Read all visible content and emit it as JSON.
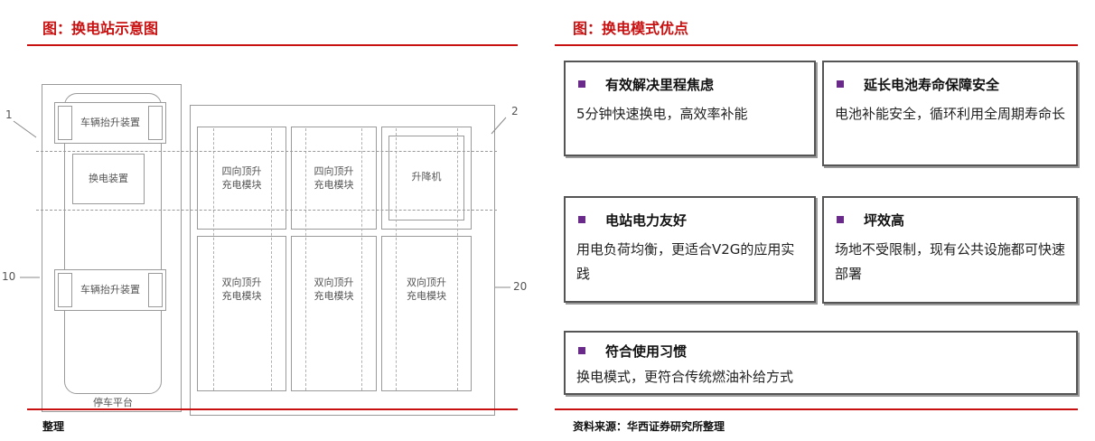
{
  "left": {
    "title": "图：换电站示意图",
    "footer": "整理",
    "labels": {
      "lift_top": "车辆抬升装置",
      "swap_device": "换电装置",
      "lift_bottom": "车辆抬升装置",
      "platform": "停车平台",
      "charge_1": "四向顶升\n充电模块",
      "charge_2": "四向顶升\n充电模块",
      "elevator": "升降机",
      "charge_3": "双向顶升\n充电模块",
      "charge_4": "双向顶升\n充电模块",
      "charge_5": "双向顶升\n充电模块"
    },
    "refs": {
      "r1": "1",
      "r2": "2",
      "r10": "10",
      "r20": "20"
    }
  },
  "right": {
    "title": "图：换电模式优点",
    "footer": "资料来源：华西证券研究所整理",
    "boxes": [
      {
        "head": "有效解决里程焦虑",
        "body": "5分钟快速换电，高效率补能"
      },
      {
        "head": "延长电池寿命保障安全",
        "body": "电池补能安全，循环利用全周期寿命长"
      },
      {
        "head": "电站电力友好",
        "body": "用电负荷均衡，更适合V2G的应用实践"
      },
      {
        "head": "坪效高",
        "body": "场地不受限制，现有公共设施都可快速部署"
      },
      {
        "head": "符合使用习惯",
        "body": "换电模式，更符合传统燃油补给方式"
      }
    ],
    "bullet_color": "#6a2a8a"
  },
  "accent_color": "#c81010"
}
